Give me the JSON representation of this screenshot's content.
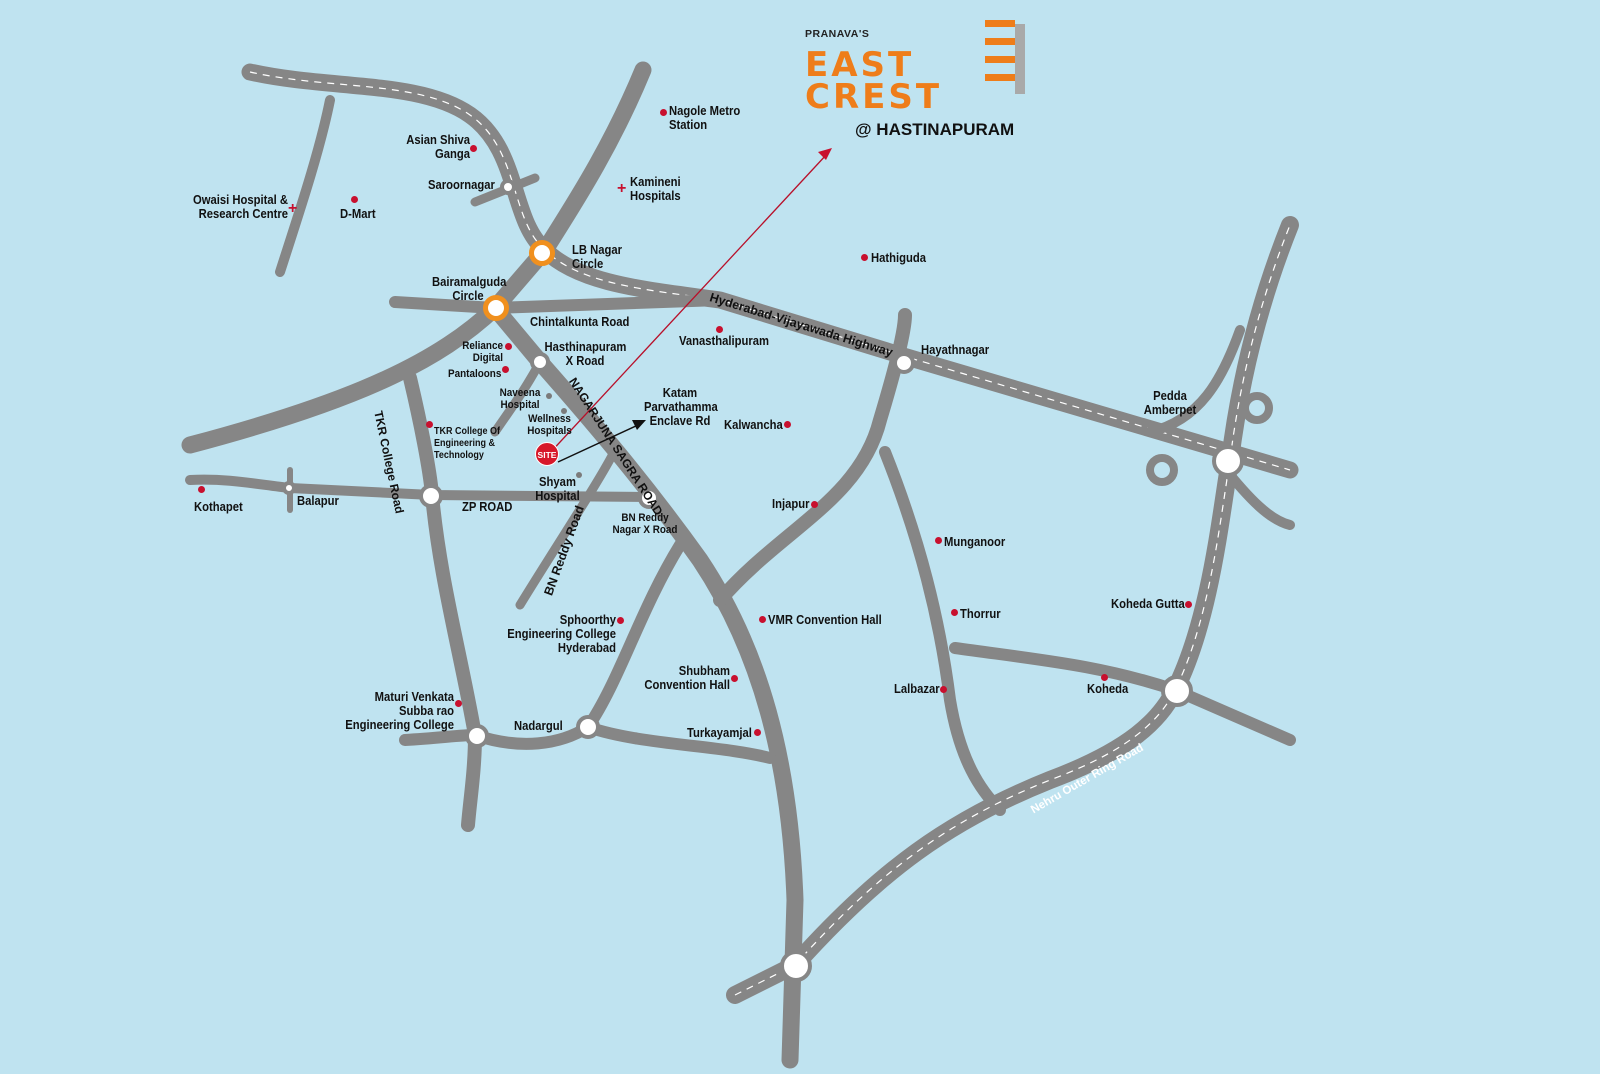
{
  "brand": {
    "developer": "PRANAVA'S",
    "line1": "EAST",
    "line2": "CREST",
    "location": "@ HASTINAPURAM",
    "accent_color": "#ee7d1a"
  },
  "site_marker": {
    "label": "SITE",
    "color": "#d7182a"
  },
  "roads": {
    "chintalkunta": "Chintalkunta Road",
    "nagarjuna_sagar": "NAGARJUNA SAGRA ROAD",
    "hyd_vij": "Hyderabad-Vijayawada Highway",
    "tkr_college": "TKR College Road",
    "zp_road": "ZP ROAD",
    "bn_reddy": "BN Reddy Road",
    "katam": "Katam Parvathamma Enclave Rd",
    "orr": "Nehru Outer Ring Road"
  },
  "junctions": {
    "lb_nagar": "LB Nagar Circle",
    "bairamalguda": "Bairamalguda Circle",
    "hasthinapuram_x": "Hasthinapuram X Road",
    "bn_reddy_x": "BN Reddy Nagar X Road",
    "hayathnagar": "Hayathnagar",
    "balapur": "Balapur",
    "saroornagar": "Saroornagar",
    "nadargul": "Nadargul",
    "pedda_amberpet": "Pedda Amberpet"
  },
  "places": {
    "nagole": "Nagole Metro Station",
    "kamineni": "Kamineni Hospitals",
    "asian": "Asian Shiva Ganga",
    "owaisi": "Owaisi Hospital & Research Centre",
    "dmart": "D-Mart",
    "hathiguda": "Hathiguda",
    "vanasthalipuram": "Vanasthalipuram",
    "reliance": "Reliance Digital",
    "pantaloons": "Pantaloons",
    "naveena": "Naveena Hospital",
    "wellness": "Wellness Hospitals",
    "tkr_college": "TKR College Of Engineering & Technology",
    "shyam": "Shyam Hospital",
    "kalwancha": "Kalwancha",
    "kothapet": "Kothapet",
    "injapur": "Injapur",
    "munganoor": "Munganoor",
    "thorrur": "Thorrur",
    "vmr": "VMR Convention Hall",
    "sphoorthy": "Sphoorthy Engineering College Hyderabad",
    "shubham": "Shubham Convention Hall",
    "turkayamjal": "Turkayamjal",
    "maturi": "Maturi Venkata Subba rao Engineering College",
    "lalbazar": "Lalbazar",
    "koheda": "Koheda",
    "koheda_gutta": "Koheda Gutta"
  }
}
